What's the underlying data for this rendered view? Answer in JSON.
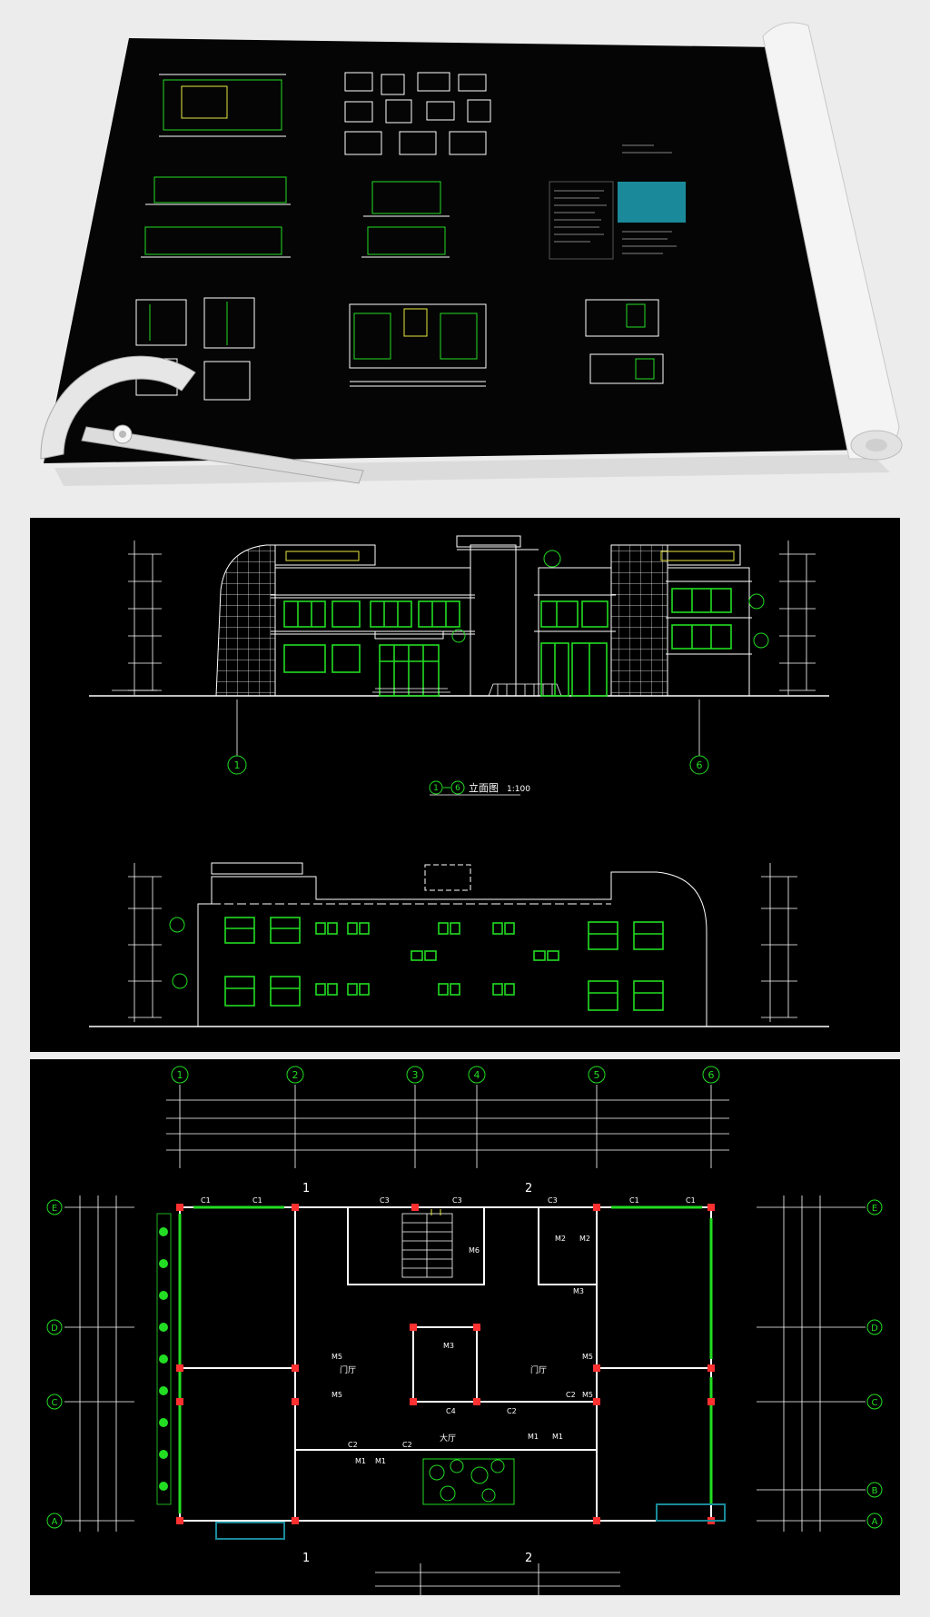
{
  "colors": {
    "background": "#ececec",
    "drawing_bg": "#000000",
    "line_white": "#ffffff",
    "line_green": "#22dd22",
    "text_yellow": "#e8e840",
    "column_red": "#ff3030",
    "table_cyan": "#1a8a9a"
  },
  "elevation_front": {
    "title_circle_left": "1",
    "title_circle_right": "6",
    "title": "立面图",
    "scale": "1:100",
    "axis_left": "1",
    "axis_right": "6"
  },
  "plan": {
    "axes_top": [
      "1",
      "2",
      "3",
      "4",
      "5",
      "6"
    ],
    "axes_left": [
      "E",
      "D",
      "C",
      "A"
    ],
    "axes_right": [
      "E",
      "D",
      "C",
      "B",
      "A"
    ],
    "section_marks": [
      "1",
      "2",
      "1",
      "2"
    ],
    "window_tags": [
      "C1",
      "C1",
      "C3",
      "C3",
      "C3",
      "C1",
      "C1",
      "C2",
      "C2",
      "C4",
      "C2",
      "C2"
    ],
    "door_tags": [
      "M5",
      "M5",
      "M3",
      "M1",
      "M1",
      "M1",
      "M1",
      "M5",
      "M5",
      "M3",
      "M2",
      "M2",
      "M6"
    ],
    "room_labels": [
      "门厅",
      "门厅",
      "大厅"
    ]
  },
  "icons": [
    "protractor-icon",
    "paper-roll-icon"
  ]
}
